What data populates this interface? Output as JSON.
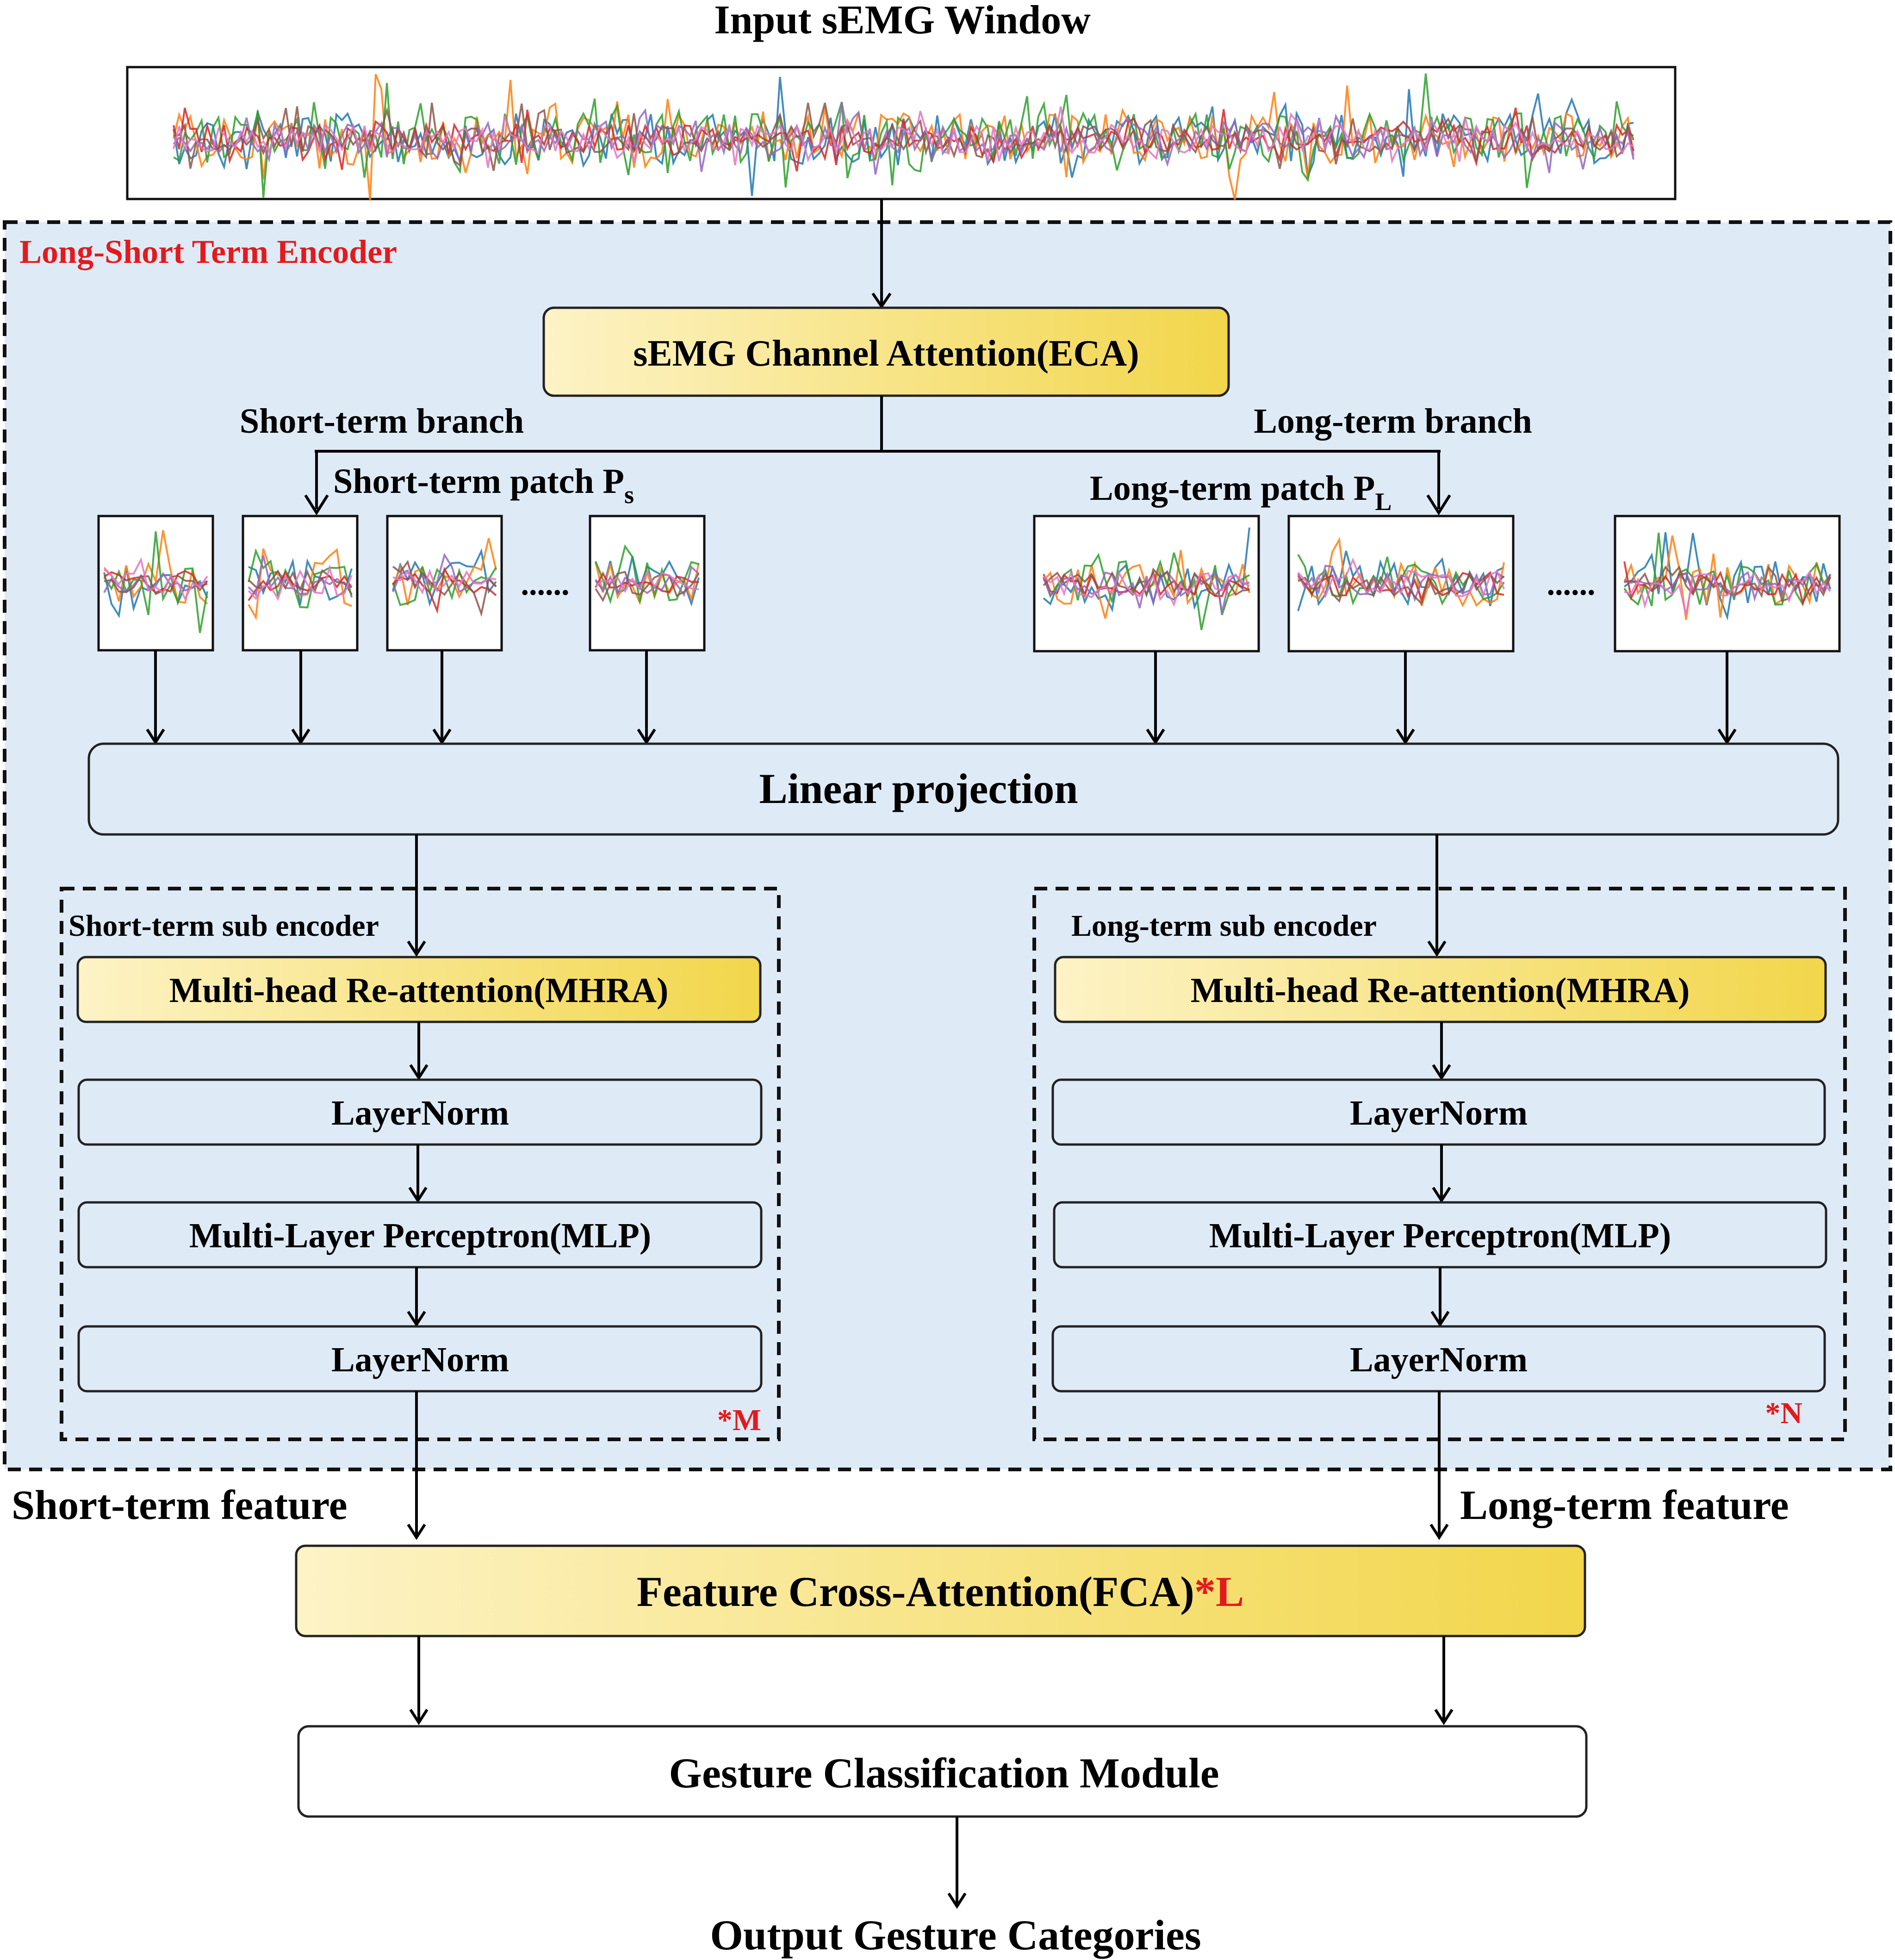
{
  "title": "Input sEMG Window",
  "output_label": "Output Gesture Categories",
  "encoder": {
    "title": "Long-Short Term Encoder",
    "eca": "sEMG Channel Attention(ECA)",
    "short_branch": "Short-term branch",
    "long_branch": "Long-term branch",
    "short_patch": "Short-term patch P",
    "short_patch_sub": "s",
    "long_patch": "Long-term patch P",
    "long_patch_sub": "L",
    "ellipsis": "......",
    "linear_projection": "Linear projection",
    "short_sub": {
      "title": "Short-term sub encoder",
      "mhra": "Multi-head Re-attention(MHRA)",
      "ln1": "LayerNorm",
      "mlp": "Multi-Layer Perceptron(MLP)",
      "ln2": "LayerNorm",
      "repeat": "*M"
    },
    "long_sub": {
      "title": "Long-term sub encoder",
      "mhra": "Multi-head Re-attention(MHRA)",
      "ln1": "LayerNorm",
      "mlp": "Multi-Layer Perceptron(MLP)",
      "ln2": "LayerNorm",
      "repeat": "*N"
    }
  },
  "short_feature": "Short-term feature",
  "long_feature": "Long-term feature",
  "fca": {
    "label": "Feature Cross-Attention(FCA)",
    "repeat": "*L"
  },
  "classifier": "Gesture Classification Module",
  "colors": {
    "encoder_bg": "#deebf7",
    "gold_light": "#fdf3c6",
    "gold_dark": "#f2d64b",
    "accent_red": "#e31a1c",
    "signal_colors": [
      "#1f77b4",
      "#ff7f0e",
      "#2ca02c",
      "#d62728",
      "#9467bd",
      "#8c564b",
      "#e377c2"
    ]
  }
}
